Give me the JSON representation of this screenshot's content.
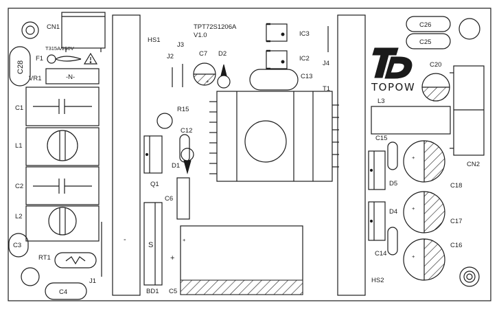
{
  "board": {
    "part_number": "TPT72S1206A",
    "version": "V1.0",
    "brand": "TOPOW",
    "fuse_rating": "T315A/250V"
  },
  "labels": {
    "CN1": "CN1",
    "F1": "F1",
    "C28": "C28",
    "VR1": "VR1",
    "C1": "C1",
    "L1": "L1",
    "C2": "C2",
    "L2": "L2",
    "C3": "C3",
    "RT1": "RT1",
    "J1": "J1",
    "C4": "C4",
    "HS1": "HS1",
    "J3": "J3",
    "J2": "J2",
    "C7": "C7",
    "D2": "D2",
    "R15": "R15",
    "C12": "C12",
    "D1": "D1",
    "Q1": "Q1",
    "C6": "C6",
    "BD1": "BD1",
    "C5": "C5",
    "IC3": "IC3",
    "IC2": "IC2",
    "C13": "C13",
    "J4": "J4",
    "T1": "T1",
    "C26": "C26",
    "C25": "C25",
    "C20": "C20",
    "L3": "L3",
    "C15": "C15",
    "D5": "D5",
    "CN2": "CN2",
    "C18": "C18",
    "D4": "D4",
    "C17": "C17",
    "C14": "C14",
    "C16": "C16",
    "HS2": "HS2"
  },
  "marks": {
    "minus": "-",
    "plus": "+",
    "s": "S",
    "varistor": "-N-"
  }
}
